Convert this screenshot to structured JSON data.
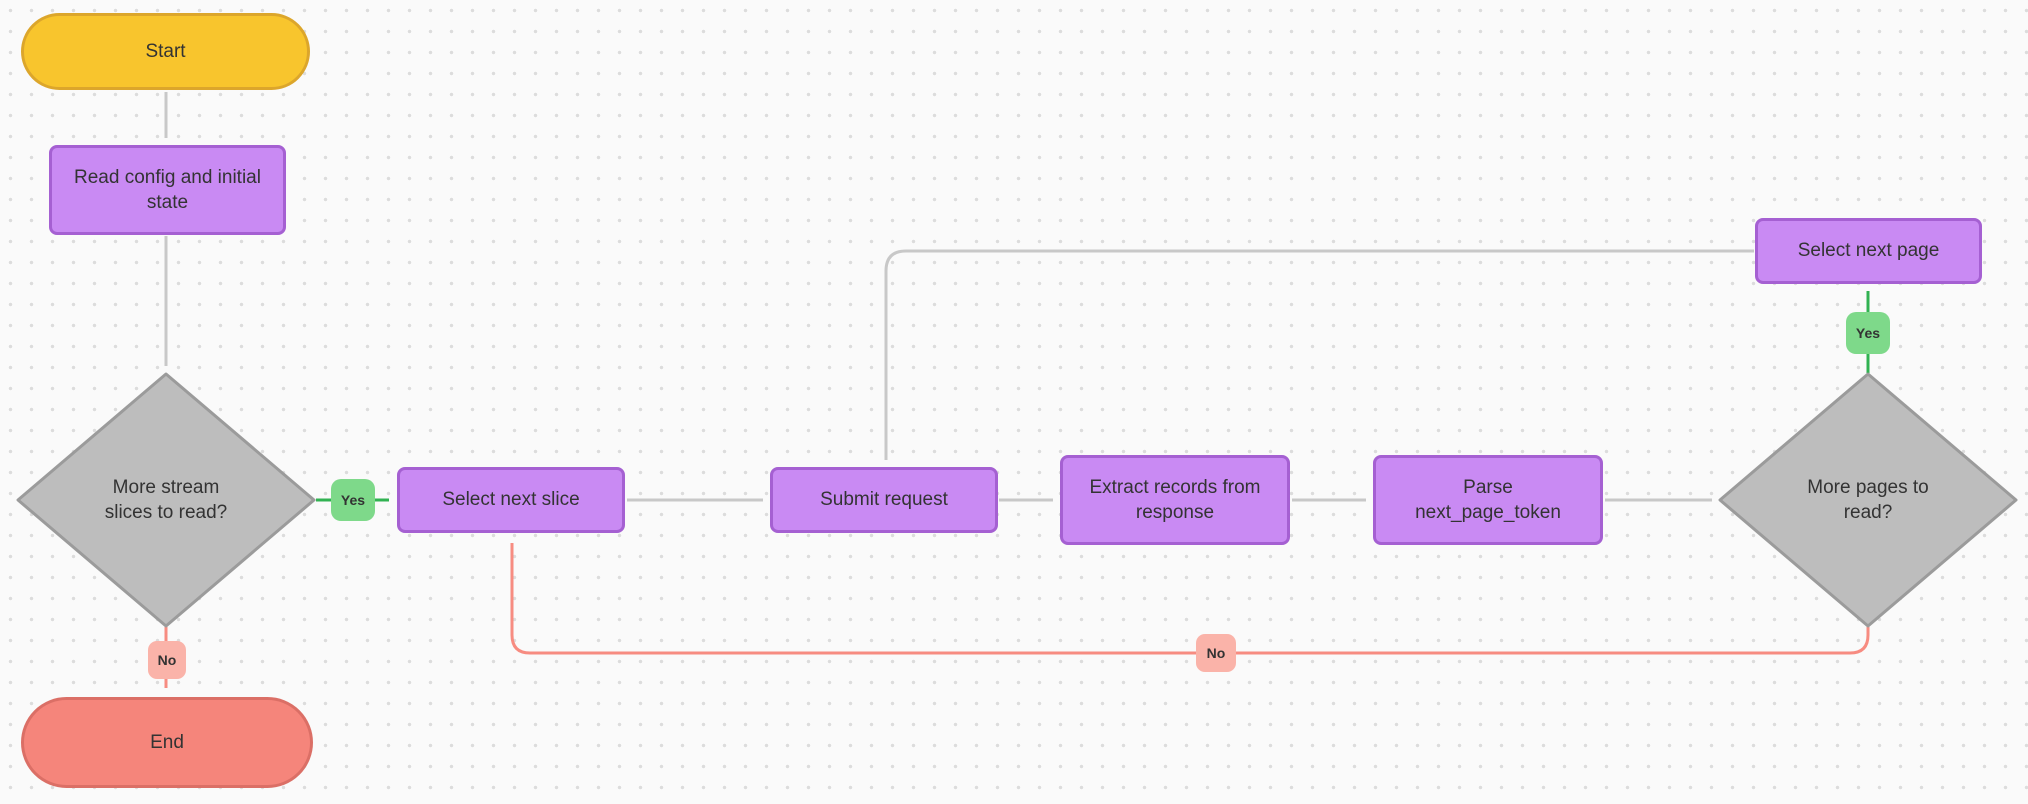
{
  "diagram": {
    "type": "flowchart",
    "nodes": [
      {
        "id": "start",
        "shape": "terminal",
        "label": "Start"
      },
      {
        "id": "read-config",
        "shape": "process",
        "label": "Read config and initial state"
      },
      {
        "id": "more-slices",
        "shape": "decision",
        "label": "More stream slices to read?"
      },
      {
        "id": "select-next-slice",
        "shape": "process",
        "label": "Select next slice"
      },
      {
        "id": "submit-request",
        "shape": "process",
        "label": "Submit request"
      },
      {
        "id": "extract-records",
        "shape": "process",
        "label": "Extract records from response"
      },
      {
        "id": "parse-token",
        "shape": "process",
        "label": "Parse next_page_token"
      },
      {
        "id": "more-pages",
        "shape": "decision",
        "label": "More pages to read?"
      },
      {
        "id": "select-next-page",
        "shape": "process",
        "label": "Select next page"
      },
      {
        "id": "end",
        "shape": "terminal",
        "label": "End"
      }
    ],
    "edge_labels": [
      {
        "id": "more-slices-yes",
        "label": "Yes"
      },
      {
        "id": "more-slices-no",
        "label": "No"
      },
      {
        "id": "more-pages-yes",
        "label": "Yes"
      },
      {
        "id": "more-pages-no",
        "label": "No"
      }
    ],
    "edges": [
      {
        "from": "start",
        "to": "read-config",
        "label": ""
      },
      {
        "from": "read-config",
        "to": "more-slices",
        "label": ""
      },
      {
        "from": "more-slices",
        "to": "select-next-slice",
        "label": "Yes"
      },
      {
        "from": "more-slices",
        "to": "end",
        "label": "No"
      },
      {
        "from": "select-next-slice",
        "to": "submit-request",
        "label": ""
      },
      {
        "from": "submit-request",
        "to": "extract-records",
        "label": ""
      },
      {
        "from": "extract-records",
        "to": "parse-token",
        "label": ""
      },
      {
        "from": "parse-token",
        "to": "more-pages",
        "label": ""
      },
      {
        "from": "more-pages",
        "to": "select-next-page",
        "label": "Yes"
      },
      {
        "from": "select-next-page",
        "to": "submit-request",
        "label": ""
      },
      {
        "from": "more-pages",
        "to": "select-next-slice",
        "label": "No"
      }
    ],
    "colors": {
      "start_fill": "#F8C52D",
      "start_border": "#DCA62B",
      "process_fill": "#C98AF3",
      "process_border": "#A560D2",
      "decision_fill": "#BDBDBD",
      "decision_border": "#9B9B9B",
      "end_fill": "#F5857B",
      "end_border": "#DB6F66",
      "yes_chip_fill": "#7ED98A",
      "yes_edge": "#31B252",
      "no_chip_fill": "#FAB3A9",
      "no_edge": "#F78C81",
      "default_edge": "#C8C8C8"
    }
  }
}
